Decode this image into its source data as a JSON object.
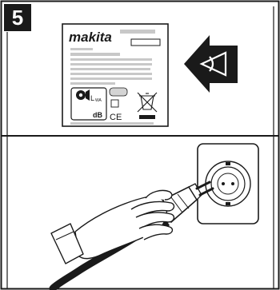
{
  "step": {
    "number": "5"
  },
  "label": {
    "brand": "makita",
    "sound_power_symbol": "L",
    "sound_power_subscript": "WA",
    "sound_unit": "dB",
    "ce_mark": "CE"
  },
  "icons": {
    "arrow": "arrow-left-icon",
    "eye": "eye-icon",
    "weee": "crossed-bin-icon",
    "speaker": "speaker-icon",
    "plug": "plug-icon",
    "socket": "wall-socket-icon",
    "hand": "hand-icon"
  },
  "colors": {
    "ink": "#1a1a1a",
    "grey": "#c8c8c8",
    "paper": "#ffffff"
  }
}
